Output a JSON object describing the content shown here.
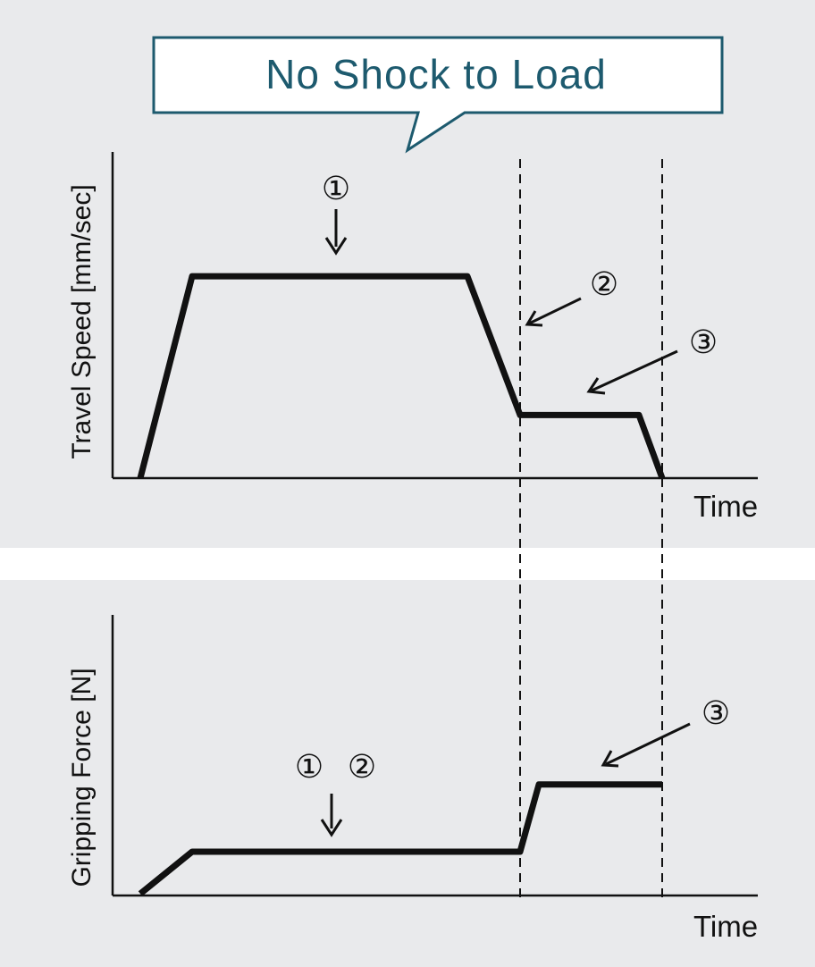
{
  "callout": {
    "text": "No Shock to Load"
  },
  "colors": {
    "background": "#e9eaec",
    "callout_border": "#1d5a6e",
    "callout_text": "#1d5a6e",
    "line": "#111111"
  },
  "chart_data": [
    {
      "type": "line",
      "title": "No Shock to Load",
      "ylabel": "Travel Speed [mm/sec]",
      "xlabel": "Time",
      "grid": false,
      "x": [
        0,
        1,
        2,
        3,
        4,
        5,
        6
      ],
      "x_labels": [
        "",
        "",
        "",
        "",
        "",
        "",
        ""
      ],
      "series": [
        {
          "values": [
            0,
            3.2,
            3.2,
            1,
            1,
            0,
            0
          ]
        }
      ],
      "markers": [
        {
          "text": "①",
          "points_to": "constant speed phase"
        },
        {
          "text": "②",
          "points_to": "deceleration end"
        },
        {
          "text": "③",
          "points_to": "low speed phase"
        }
      ]
    },
    {
      "type": "line",
      "ylabel": "Gripping Force [N]",
      "xlabel": "Time",
      "grid": false,
      "series": [
        {
          "values": [
            0,
            1,
            1,
            1,
            2.6,
            2.6
          ]
        }
      ],
      "markers": [
        {
          "text": "①"
        },
        {
          "text": "②"
        },
        {
          "text": "③"
        }
      ]
    }
  ]
}
